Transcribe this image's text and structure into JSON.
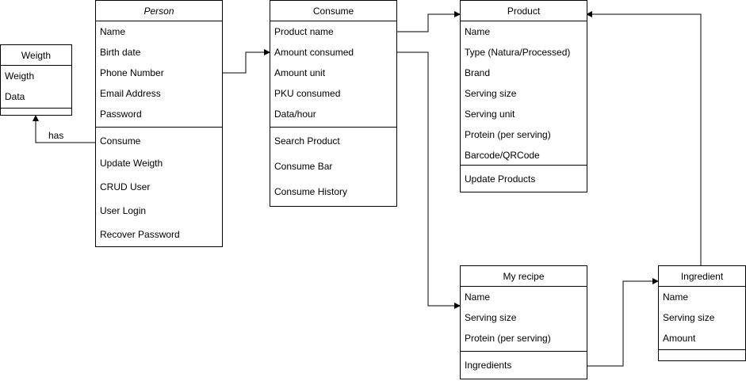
{
  "classes": {
    "weigth": {
      "title": "Weigth",
      "attributes": [
        "Weigth",
        "Data"
      ],
      "methods": []
    },
    "person": {
      "title": "Person",
      "attributes": [
        "Name",
        "Birth date",
        "Phone Number",
        "Email Address",
        "Password"
      ],
      "methods": [
        "Consume",
        "Update Weigth",
        "CRUD User",
        "User Login",
        "Recover Password"
      ]
    },
    "consume": {
      "title": "Consume",
      "attributes": [
        "Product name",
        "Amount consumed",
        "Amount unit",
        "PKU consumed",
        "Data/hour"
      ],
      "methods": [
        "Search Product",
        "Consume Bar",
        "Consume History"
      ]
    },
    "product": {
      "title": "Product",
      "attributes": [
        "Name",
        "Type (Natura/Processed)",
        "Brand",
        "Serving size",
        "Serving unit",
        "Protein (per serving)",
        "Barcode/QRCode"
      ],
      "methods": [
        "Update Products"
      ]
    },
    "recipe": {
      "title": "My recipe",
      "attributes": [
        "Name",
        "Serving size",
        "Protein (per serving)"
      ],
      "methods": [
        "Ingredients"
      ]
    },
    "ingredient": {
      "title": "Ingredient",
      "attributes": [
        "Name",
        "Serving size",
        "Amount"
      ],
      "methods": []
    }
  },
  "relations": {
    "person_weigth": "has"
  },
  "colors": {
    "stroke": "#000000",
    "fill": "#ffffff"
  }
}
